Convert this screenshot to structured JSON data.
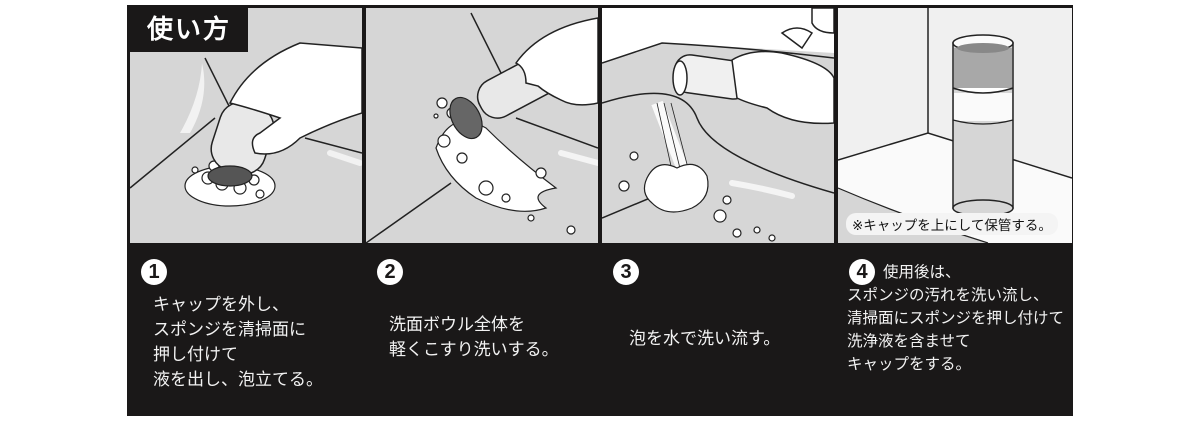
{
  "title": "使い方",
  "colors": {
    "frame": "#1a1818",
    "illustration_bg": "#d6d6d6",
    "text": "#f2f2f2",
    "badge_text": "#ffffff"
  },
  "steps": [
    {
      "number": "1",
      "illustration": "hand pressing sponge applicator onto surface, foam forming",
      "lines": [
        "キャップを外し、",
        "スポンジを清掃面に",
        "押し付けて",
        "液を出し、泡立てる。"
      ]
    },
    {
      "number": "2",
      "illustration": "hand scrubbing wash basin with sponge applicator, foam spreading",
      "lines": [
        "洗面ボウル全体を",
        "軽くこすり洗いする。"
      ]
    },
    {
      "number": "3",
      "illustration": "hand rinsing sponge applicator under faucet water, foam washing away",
      "lines": [
        "泡を水で洗い流す。"
      ]
    },
    {
      "number": "4",
      "illustration": "bottle stored upright with cap on top in a corner",
      "note": "※キャップを上にして保管する。",
      "lines": [
        "使用後は、",
        "スポンジの汚れを洗い流し、",
        "清掃面にスポンジを押し付けて",
        "洗浄液を含ませて",
        "キャップをする。"
      ]
    }
  ]
}
